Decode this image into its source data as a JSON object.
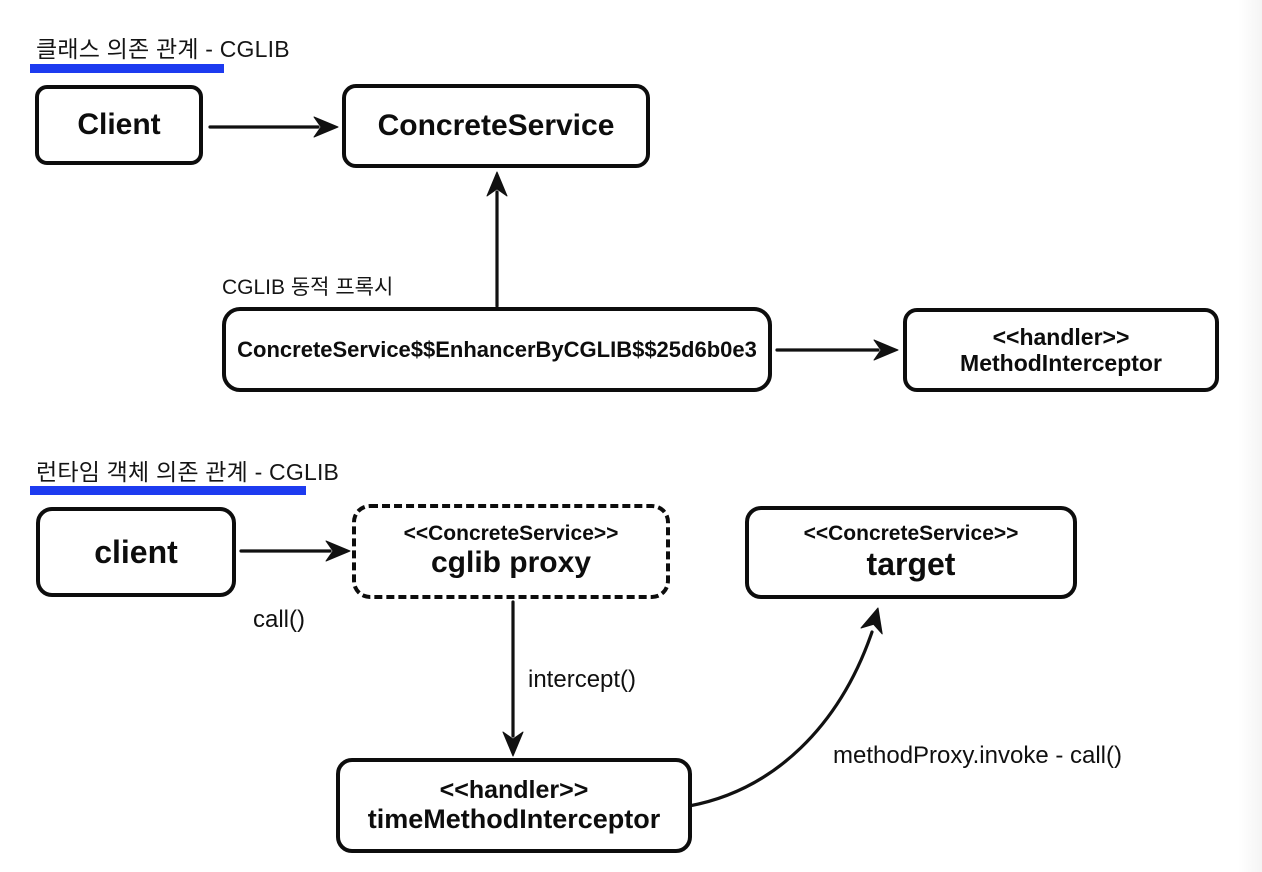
{
  "colors": {
    "ink": "#0d0d0d",
    "accent_underline": "#1d3bf0",
    "background": "#ffffff"
  },
  "section_class": {
    "title": "클래스 의존 관계 - CGLIB",
    "proxy_caption": "CGLIB 동적 프록시",
    "client_label": "Client",
    "concrete_service_label": "ConcreteService",
    "enhancer_label": "ConcreteService$$EnhancerByCGLIB$$25d6b0e3",
    "interceptor_stereotype": "<<handler>>",
    "interceptor_label": "MethodInterceptor"
  },
  "section_runtime": {
    "title": "런타임 객체 의존 관계 - CGLIB",
    "client_label": "client",
    "proxy_stereotype": "<<ConcreteService>>",
    "proxy_label": "cglib proxy",
    "target_stereotype": "<<ConcreteService>>",
    "target_label": "target",
    "handler_stereotype": "<<handler>>",
    "handler_label": "timeMethodInterceptor",
    "call_label": "call()",
    "intercept_label": "intercept()",
    "invoke_label": "methodProxy.invoke - call()"
  }
}
